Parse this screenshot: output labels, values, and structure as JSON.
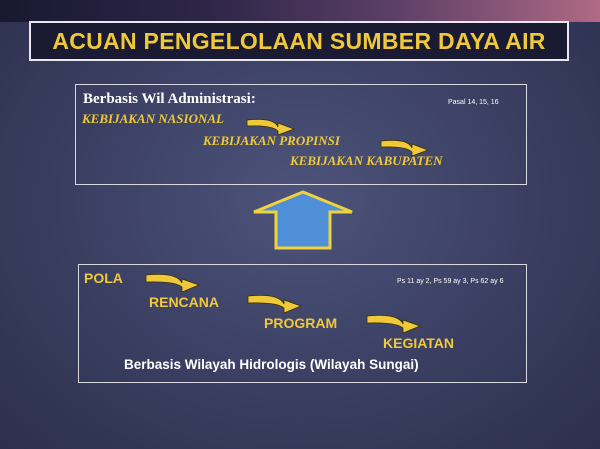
{
  "title": "ACUAN PENGELOLAAN SUMBER DAYA AIR",
  "admin_panel": {
    "heading": "Berbasis Wil Administrasi:",
    "reference": "Pasal 14, 15, 16",
    "steps": [
      "KEBIJAKAN NASIONAL",
      "KEBIJAKAN PROPINSI",
      "KEBIJAKAN KABUPATEN"
    ]
  },
  "hydro_panel": {
    "reference": "Ps 11 ay 2, Ps 59 ay 3, Ps 62 ay 6",
    "steps": [
      "POLA",
      "RENCANA",
      "PROGRAM",
      "KEGIATAN"
    ],
    "footer": "Berbasis Wilayah Hidrologis (Wilayah Sungai)"
  },
  "colors": {
    "accent": "#f0c93a",
    "background": "#3d4266",
    "up_arrow_fill": "#4f8fd8",
    "up_arrow_outline": "#f0d23a"
  },
  "icons": {
    "flow_arrow": "curved-right-arrow-icon",
    "up_arrow": "up-arrow-icon"
  }
}
